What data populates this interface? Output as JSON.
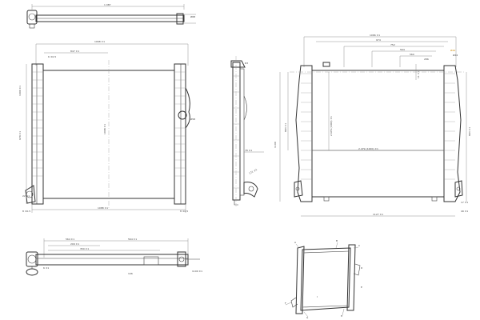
{
  "views": {
    "top": {
      "dims": [
        "1 087",
        "Ø68"
      ]
    },
    "front": {
      "dims": [
        "1068 ±1",
        "847 ±1",
        "6 ±0.5",
        "1000 ±1",
        "679 ±1",
        "1068 ±1",
        "Ø58",
        "22 ±1",
        "8 ±0.5",
        "1088 ±1",
        "8 ±0.5"
      ]
    },
    "side": {
      "dims": [
        "R3",
        "78 ±1",
        "171 ±1"
      ]
    },
    "rear": {
      "dims": [
        "1066 ±1",
        "974",
        "752",
        "564",
        "560",
        "286",
        "Ø44",
        "11 ±1",
        "1100",
        "893 ±1",
        "2.679 (1000) ±1",
        "2.479 (1000) ±1",
        "893 ±1",
        "1127 ±1",
        "49 ±1",
        "17 ±1"
      ],
      "highlight": "Ø44"
    },
    "bottom": {
      "dims": [
        "564 ±1",
        "209 ±1",
        "350 ±1",
        "564 ±1",
        "6 ±1",
        "106",
        "1100 ±1"
      ]
    },
    "iso": {
      "callouts": [
        "A",
        "B",
        "C",
        "D",
        "E",
        "F",
        "G",
        "H",
        "I"
      ]
    }
  },
  "icons": [
    "hose-fitting-icon",
    "drain-plug-icon",
    "mounting-bracket-icon"
  ]
}
